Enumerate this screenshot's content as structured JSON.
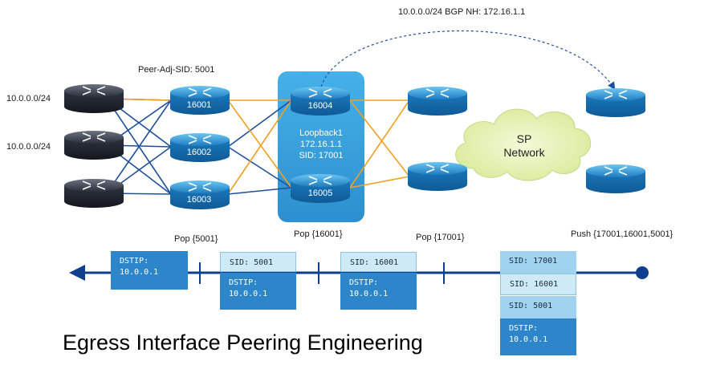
{
  "title": "Egress Interface Peering Engineering",
  "bgp_label": "10.0.0.0/24 BGP NH: 172.16.1.1",
  "peer_adj_label": "Peer-Adj-SID: 5001",
  "prefix_labels": [
    "10.0.0.0/24",
    "10.0.0.0/24"
  ],
  "routers": {
    "r1": "16001",
    "r2": "16002",
    "r3": "16003",
    "r4": "16004",
    "r5": "16005"
  },
  "loopback_box": {
    "line1": "Loopback1",
    "line2": "172.16.1.1",
    "line3": "SID: 17001"
  },
  "cloud": {
    "line1": "SP",
    "line2": "Network"
  },
  "ops": {
    "pop1": "Pop {5001}",
    "pop2": "Pop {16001}",
    "pop3": "Pop {17001}",
    "push": "Push {17001,16001,5001}"
  },
  "packets": {
    "p1": {
      "dstip": "DSTIP:\n10.0.0.1"
    },
    "p2": {
      "sid": "SID: 5001",
      "dstip": "DSTIP:\n10.0.0.1"
    },
    "p3": {
      "sid": "SID: 16001",
      "dstip": "DSTIP:\n10.0.0.1"
    },
    "p4": {
      "sid1": "SID: 17001",
      "sid2": "SID: 16001",
      "sid3": "SID: 5001",
      "dstip": "DSTIP:\n10.0.0.1"
    }
  },
  "colors": {
    "blue_link": "#1f4f9c",
    "orange_link": "#f0a020",
    "router_blue": "#2b8fd0",
    "router_dark": "#3a4150",
    "loopback_box": "#3aa3dc",
    "cloud_fill": "#e2efb0",
    "timeline": "#0f3f8c"
  }
}
